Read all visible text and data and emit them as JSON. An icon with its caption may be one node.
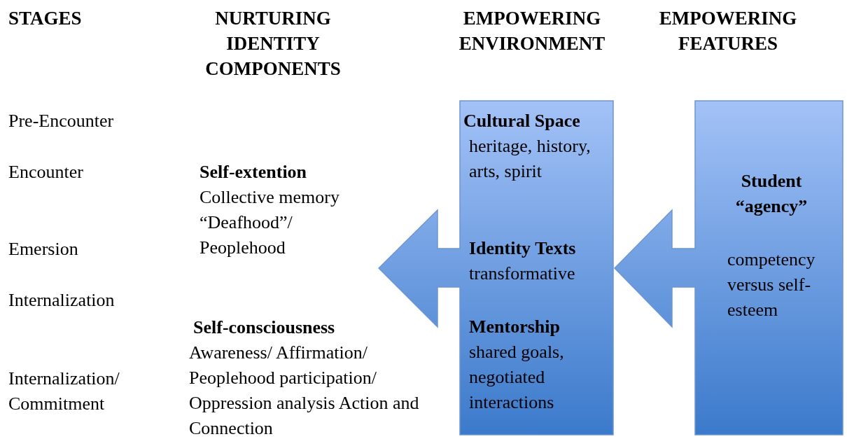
{
  "diagram": {
    "nodes": [
      {
        "text": [
          "Cultural Space",
          "heritage, history, arts, spirit",
          "Identity Texts",
          "transformative",
          "Mentorship",
          "shared goals, negotiated interactions"
        ]
      },
      {
        "text": [
          "**Student “agency**”",
          "competency versus self-esteem"
        ]
      }
    ],
    "edges": [],
    "labels": [
      "STAGES",
      "NURTURING IDENTITY COMPONENTS",
      "EMPOWERING ENVIRONMENT",
      "EMPOWERING FEATURES",
      "Pre-Encounter",
      "Encounter",
      "Self-extention",
      "Collective memory “Deafhood”/ Peoplehood",
      "Emersion",
      "Internalization",
      "Self-consciousness",
      "Awareness/ Affirmation/ Peoplehood participation/ Oppression analysis Action and Connection",
      "Internalization/ Commitment"
    ]
  }
}
